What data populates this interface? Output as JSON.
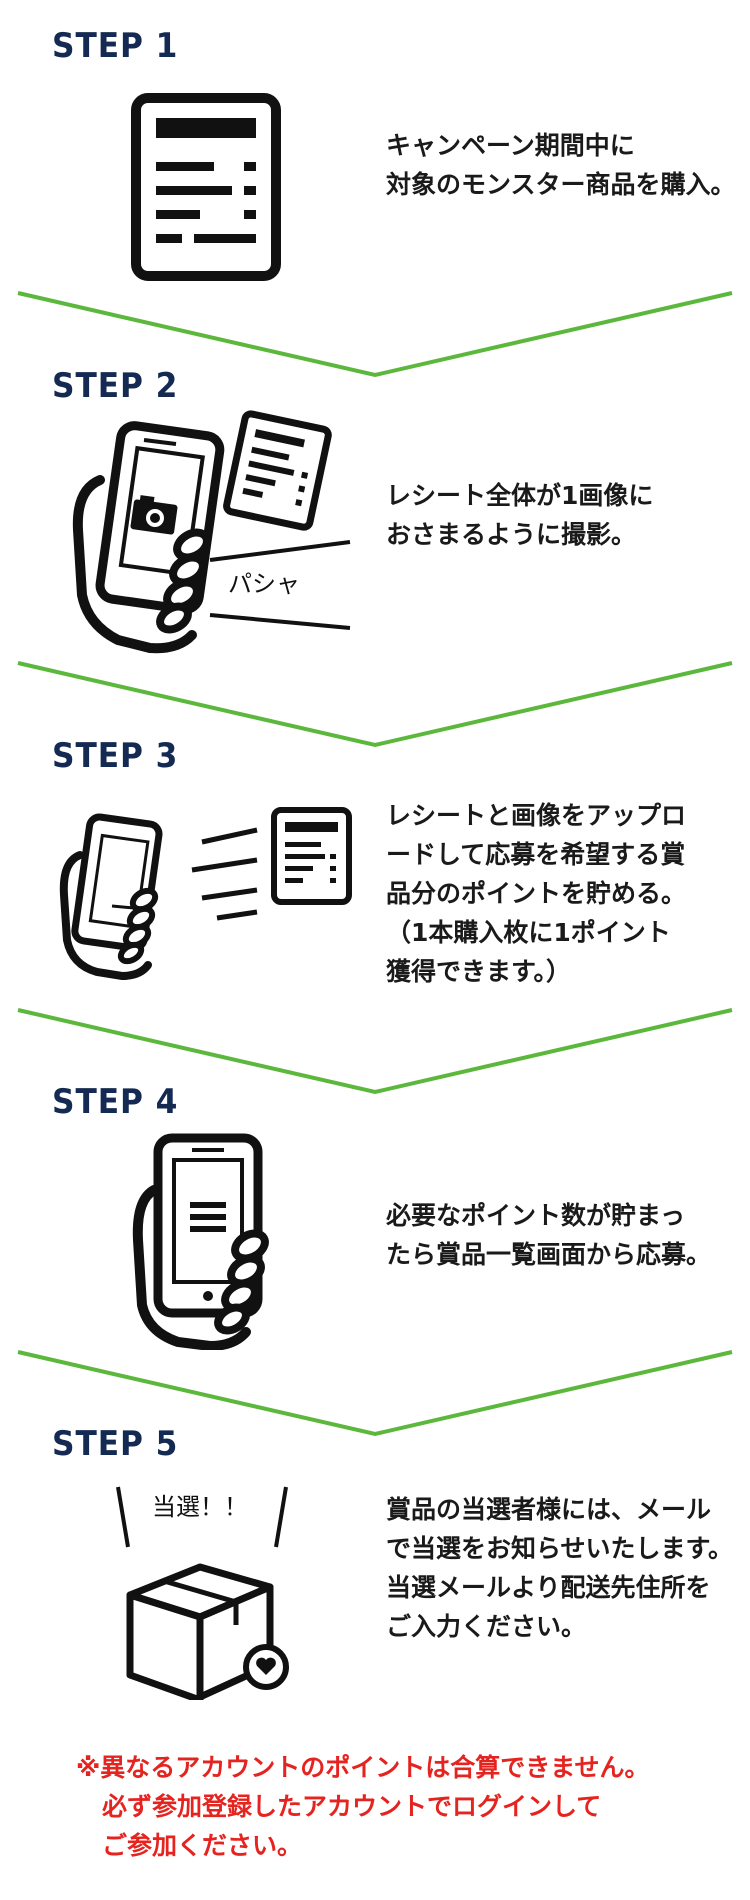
{
  "steps": [
    {
      "title": "STEP 1",
      "lines": [
        "キャンペーン期間中に",
        "対象のモンスター商品を購入。"
      ]
    },
    {
      "title": "STEP 2",
      "lines": [
        "レシート全体が1画像に",
        "おさまるように撮影。"
      ],
      "caption": "パシャ"
    },
    {
      "title": "STEP 3",
      "lines": [
        "レシートと画像をアップロ",
        "ードして応募を希望する賞",
        "品分のポイントを貯める。",
        "（1本購入枚に1ポイント",
        "獲得できます。）"
      ]
    },
    {
      "title": "STEP 4",
      "lines": [
        "必要なポイント数が貯まっ",
        "たら賞品一覧画面から応募。"
      ]
    },
    {
      "title": "STEP 5",
      "lines": [
        "賞品の当選者様には、メール",
        "で当選をお知らせいたします。",
        "当選メールより配送先住所を",
        "ご入力ください。"
      ],
      "caption": "当選！！"
    }
  ],
  "note": {
    "lines": [
      "※異なるアカウントのポイントは合算できません。",
      "必ず参加登録したアカウントでログインして",
      "ご参加ください。"
    ]
  },
  "colors": {
    "title": "#142a52",
    "divider": "#5cb83c",
    "note": "#e5231f",
    "icon": "#111111"
  },
  "icons": [
    "receipt-icon",
    "phone-camera-icon",
    "phone-upload-icon",
    "phone-menu-icon",
    "gift-box-icon"
  ]
}
